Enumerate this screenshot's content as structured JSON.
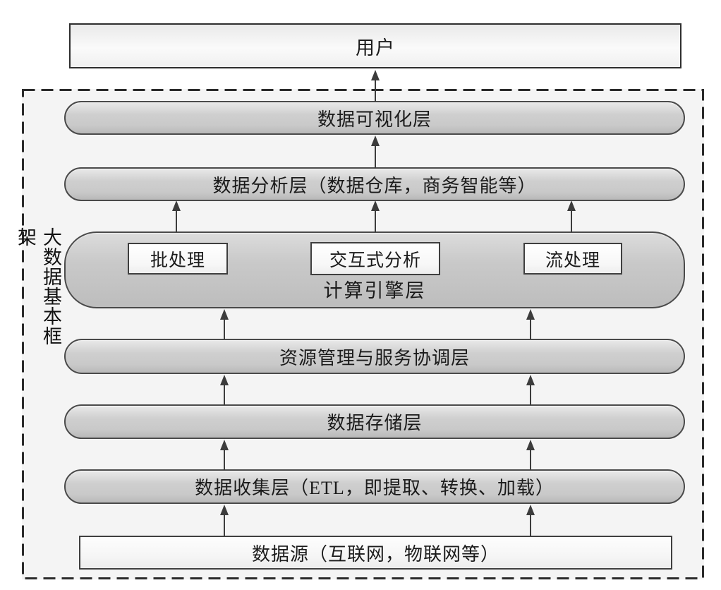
{
  "diagram": {
    "frame_label": "大数据基本框架",
    "user": "用户",
    "layers": {
      "visualization": "数据可视化层",
      "analysis": "数据分析层（数据仓库，商务智能等）",
      "engine": "计算引擎层",
      "engine_modules": {
        "batch": "批处理",
        "interactive": "交互式分析",
        "stream": "流处理"
      },
      "resource": "资源管理与服务协调层",
      "storage": "数据存储层",
      "collection": "数据收集层（ETL，即提取、转换、加载）",
      "source": "数据源（互联网，物联网等）"
    },
    "colors": {
      "layer_fill": "#c9c9c9",
      "layer_border": "#4a4a4a",
      "arrow": "#3c3c3c",
      "frame_border": "#2b2b2b",
      "frame_bg": "#f4f4f4"
    }
  }
}
